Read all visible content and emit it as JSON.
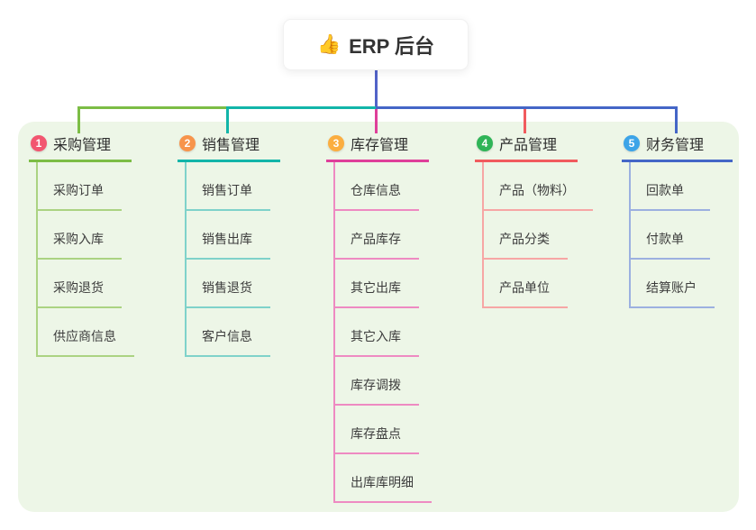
{
  "root": {
    "icon": "👍",
    "title": "ERP 后台"
  },
  "colors": {
    "panel_bg": "#edf6e7",
    "root_line": "#5263c8",
    "trunk_segments": {
      "left": "#7cbd45",
      "middle": "#12b5a9",
      "right": "#4466c7"
    }
  },
  "branches": [
    {
      "num": "1",
      "label": "采购管理",
      "badge_color": "#f25670",
      "line_color": "#7cbd45",
      "children": [
        "采购订单",
        "采购入库",
        "采购退货",
        "供应商信息"
      ]
    },
    {
      "num": "2",
      "label": "销售管理",
      "badge_color": "#f7944b",
      "line_color": "#12b5a9",
      "children": [
        "销售订单",
        "销售出库",
        "销售退货",
        "客户信息"
      ]
    },
    {
      "num": "3",
      "label": "库存管理",
      "badge_color": "#fbae40",
      "line_color": "#df3f9a",
      "children": [
        "仓库信息",
        "产品库存",
        "其它出库",
        "其它入库",
        "库存调拨",
        "库存盘点",
        "出库库明细"
      ]
    },
    {
      "num": "4",
      "label": "产品管理",
      "badge_color": "#2fb457",
      "line_color": "#f15b5e",
      "children": [
        "产品（物料）",
        "产品分类",
        "产品单位"
      ]
    },
    {
      "num": "5",
      "label": "财务管理",
      "badge_color": "#3ca4e8",
      "line_color": "#4466c7",
      "children": [
        "回款单",
        "付款单",
        "结算账户"
      ]
    }
  ]
}
